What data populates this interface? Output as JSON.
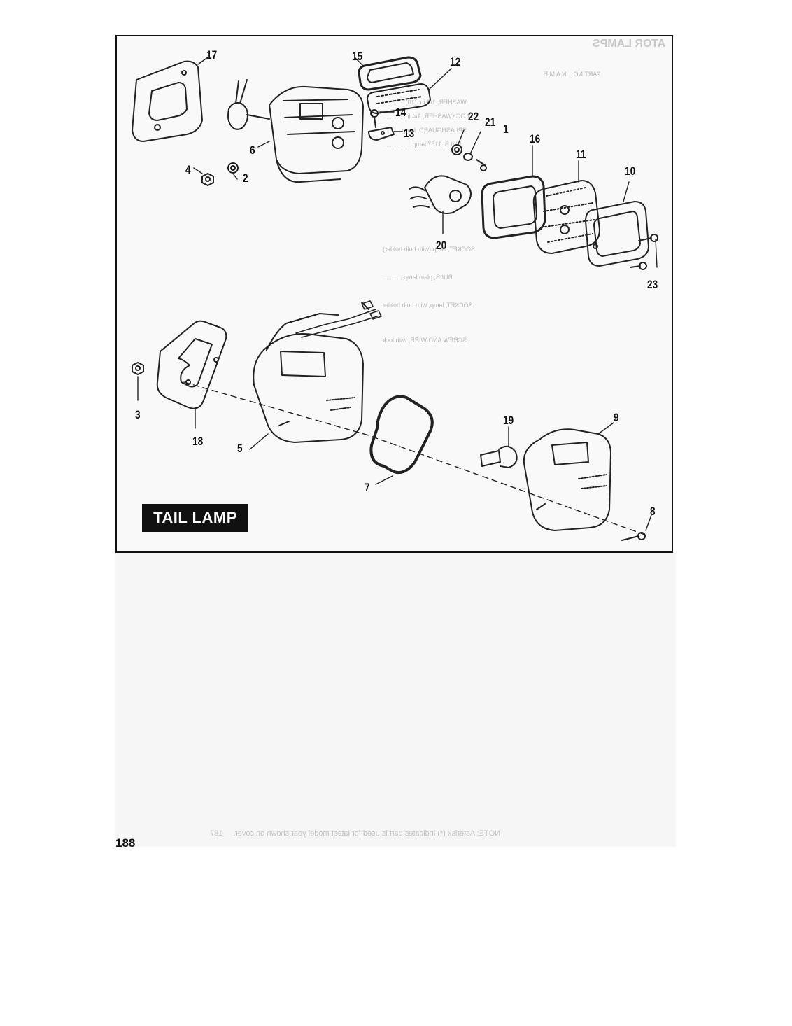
{
  "figure": {
    "title": "TAIL LAMP",
    "callouts": [
      "17",
      "15",
      "12",
      "14",
      "13",
      "22",
      "21",
      "1",
      "16",
      "11",
      "10",
      "6",
      "4",
      "2",
      "20",
      "23",
      "3",
      "18",
      "5",
      "19",
      "9",
      "7",
      "8"
    ]
  },
  "page": {
    "number": "188"
  }
}
